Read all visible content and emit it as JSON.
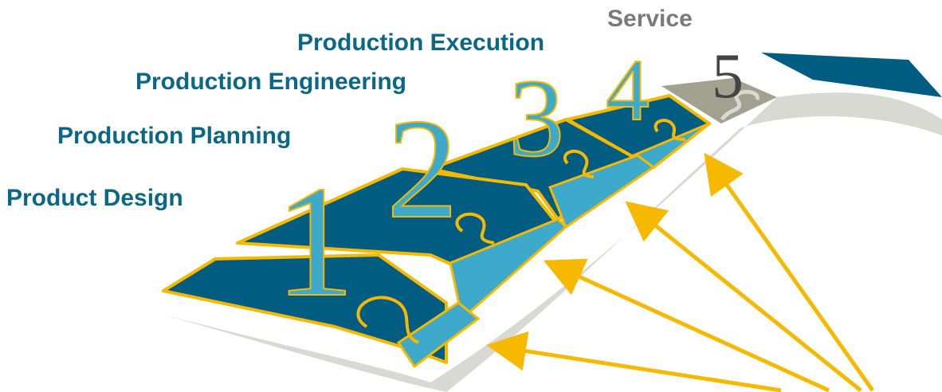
{
  "labels": {
    "product_design": "Product Design",
    "production_planning": "Production Planning",
    "production_engineering": "Production Engineering",
    "production_execution": "Production Execution",
    "service": "Service"
  },
  "numbers": [
    "1",
    "2",
    "3",
    "4",
    "5"
  ],
  "colors": {
    "dark_blue": "#015c82",
    "light_blue": "#3eaacb",
    "gold": "#f7b800",
    "gray_track": "#d9d9d3",
    "service_gray": "#a2a08f",
    "label_teal": "#0a6785",
    "service_label": "#7a7a7a",
    "number_gray": "#444444"
  }
}
